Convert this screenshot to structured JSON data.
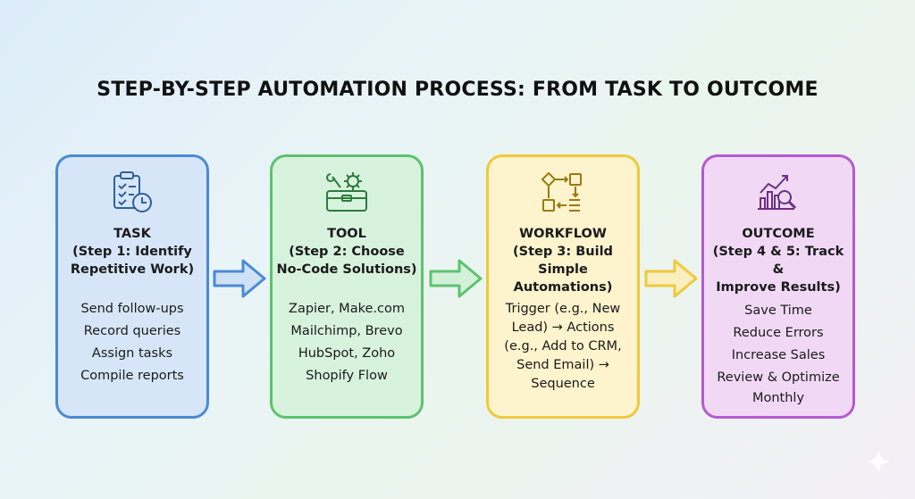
{
  "title": "STEP-BY-STEP AUTOMATION PROCESS: FROM TASK TO OUTCOME",
  "colors": {
    "task": "#4b8ad4",
    "tool": "#5cc26e",
    "workflow": "#efc93a",
    "outcome": "#b65ad0"
  },
  "steps": [
    {
      "icon": "clipboard-checklist-clock-icon",
      "name": "TASK",
      "subtitle_1": "(Step 1: Identify",
      "subtitle_2": "Repetitive Work)",
      "items": [
        "Send follow-ups",
        "Record queries",
        "Assign tasks",
        "Compile reports"
      ]
    },
    {
      "icon": "toolbox-gears-icon",
      "name": "TOOL",
      "subtitle_1": "(Step 2: Choose",
      "subtitle_2": "No-Code Solutions)",
      "items": [
        "Zapier, Make.com",
        "Mailchimp, Brevo",
        "HubSpot, Zoho",
        "Shopify Flow"
      ]
    },
    {
      "icon": "workflow-diagram-icon",
      "name": "WORKFLOW",
      "subtitle_1": "(Step 3: Build Simple",
      "subtitle_2": "Automations)",
      "items": [
        "Trigger (e.g., New",
        "Lead) → Actions",
        "(e.g., Add to CRM,",
        "Send Email) →",
        "Sequence"
      ]
    },
    {
      "icon": "chart-magnifier-icon",
      "name": "OUTCOME",
      "subtitle_1": "(Step 4 & 5: Track &",
      "subtitle_2": "Improve Results)",
      "items": [
        "Save Time",
        "Reduce Errors",
        "Increase Sales",
        "Review & Optimize",
        "Monthly"
      ]
    }
  ]
}
